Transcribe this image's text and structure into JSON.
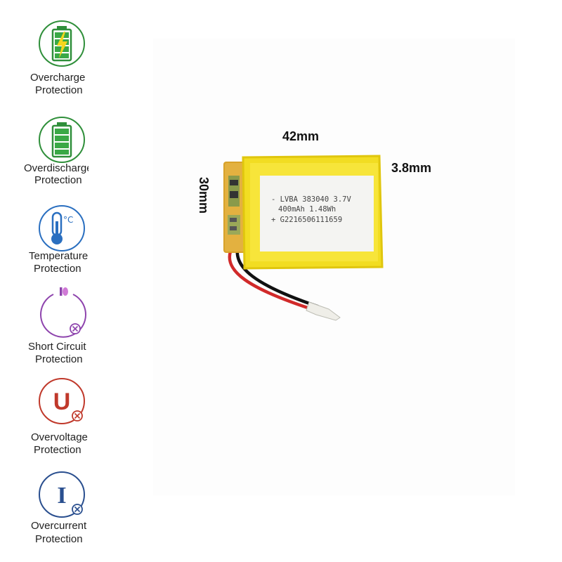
{
  "features": [
    {
      "name": "overcharge",
      "line1": "Overcharge",
      "line2": "Protection",
      "color": "#2f8f3a"
    },
    {
      "name": "overdischarge",
      "line1": "Overdischarge",
      "line2": "Protection",
      "color": "#2f8f3a"
    },
    {
      "name": "temperature",
      "line1": "Temperature",
      "line2": "Protection",
      "color": "#2a6fc0",
      "unit": "°C"
    },
    {
      "name": "short-circuit",
      "line1": "Short Circuit",
      "line2": "Protection",
      "color": "#8e44ad"
    },
    {
      "name": "overvoltage",
      "line1": "Overvoltage",
      "line2": "Protection",
      "color": "#c0392b",
      "letter": "U"
    },
    {
      "name": "overcurrent",
      "line1": "Overcurrent",
      "line2": "Protection",
      "color": "#2a4f8f",
      "letter": "I"
    }
  ],
  "dimensions": {
    "width": "42mm",
    "height": "30mm",
    "thickness": "3.8mm"
  },
  "battery": {
    "label_line1": "- LVBA 383040 3.7V",
    "label_line2": "400mAh 1.48Wh",
    "label_line3": "+ G2216506111659",
    "body_color": "#f2dd22"
  }
}
